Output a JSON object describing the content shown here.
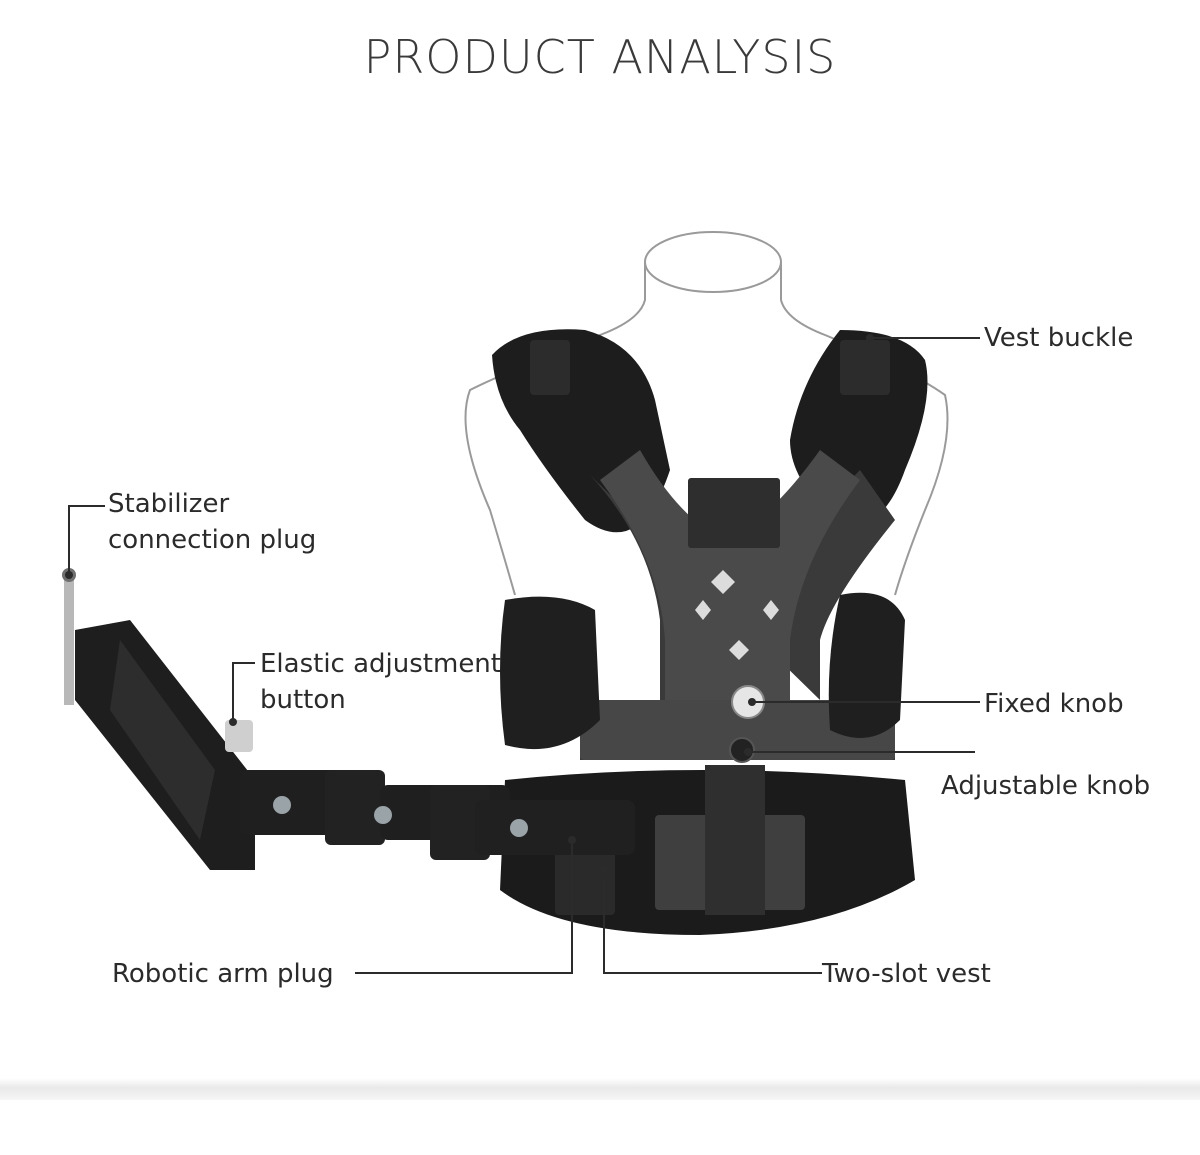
{
  "title": "PRODUCT ANALYSIS",
  "labels": {
    "vest_buckle": "Vest buckle",
    "stabilizer_plug_line1": "Stabilizer",
    "stabilizer_plug_line2": "connection plug",
    "elastic_button_line1": "Elastic adjustment",
    "elastic_button_line2": "button",
    "fixed_knob": "Fixed knob",
    "adjustable_knob": "Adjustable knob",
    "robotic_arm_plug": "Robotic arm plug",
    "two_slot_vest": "Two-slot vest"
  }
}
